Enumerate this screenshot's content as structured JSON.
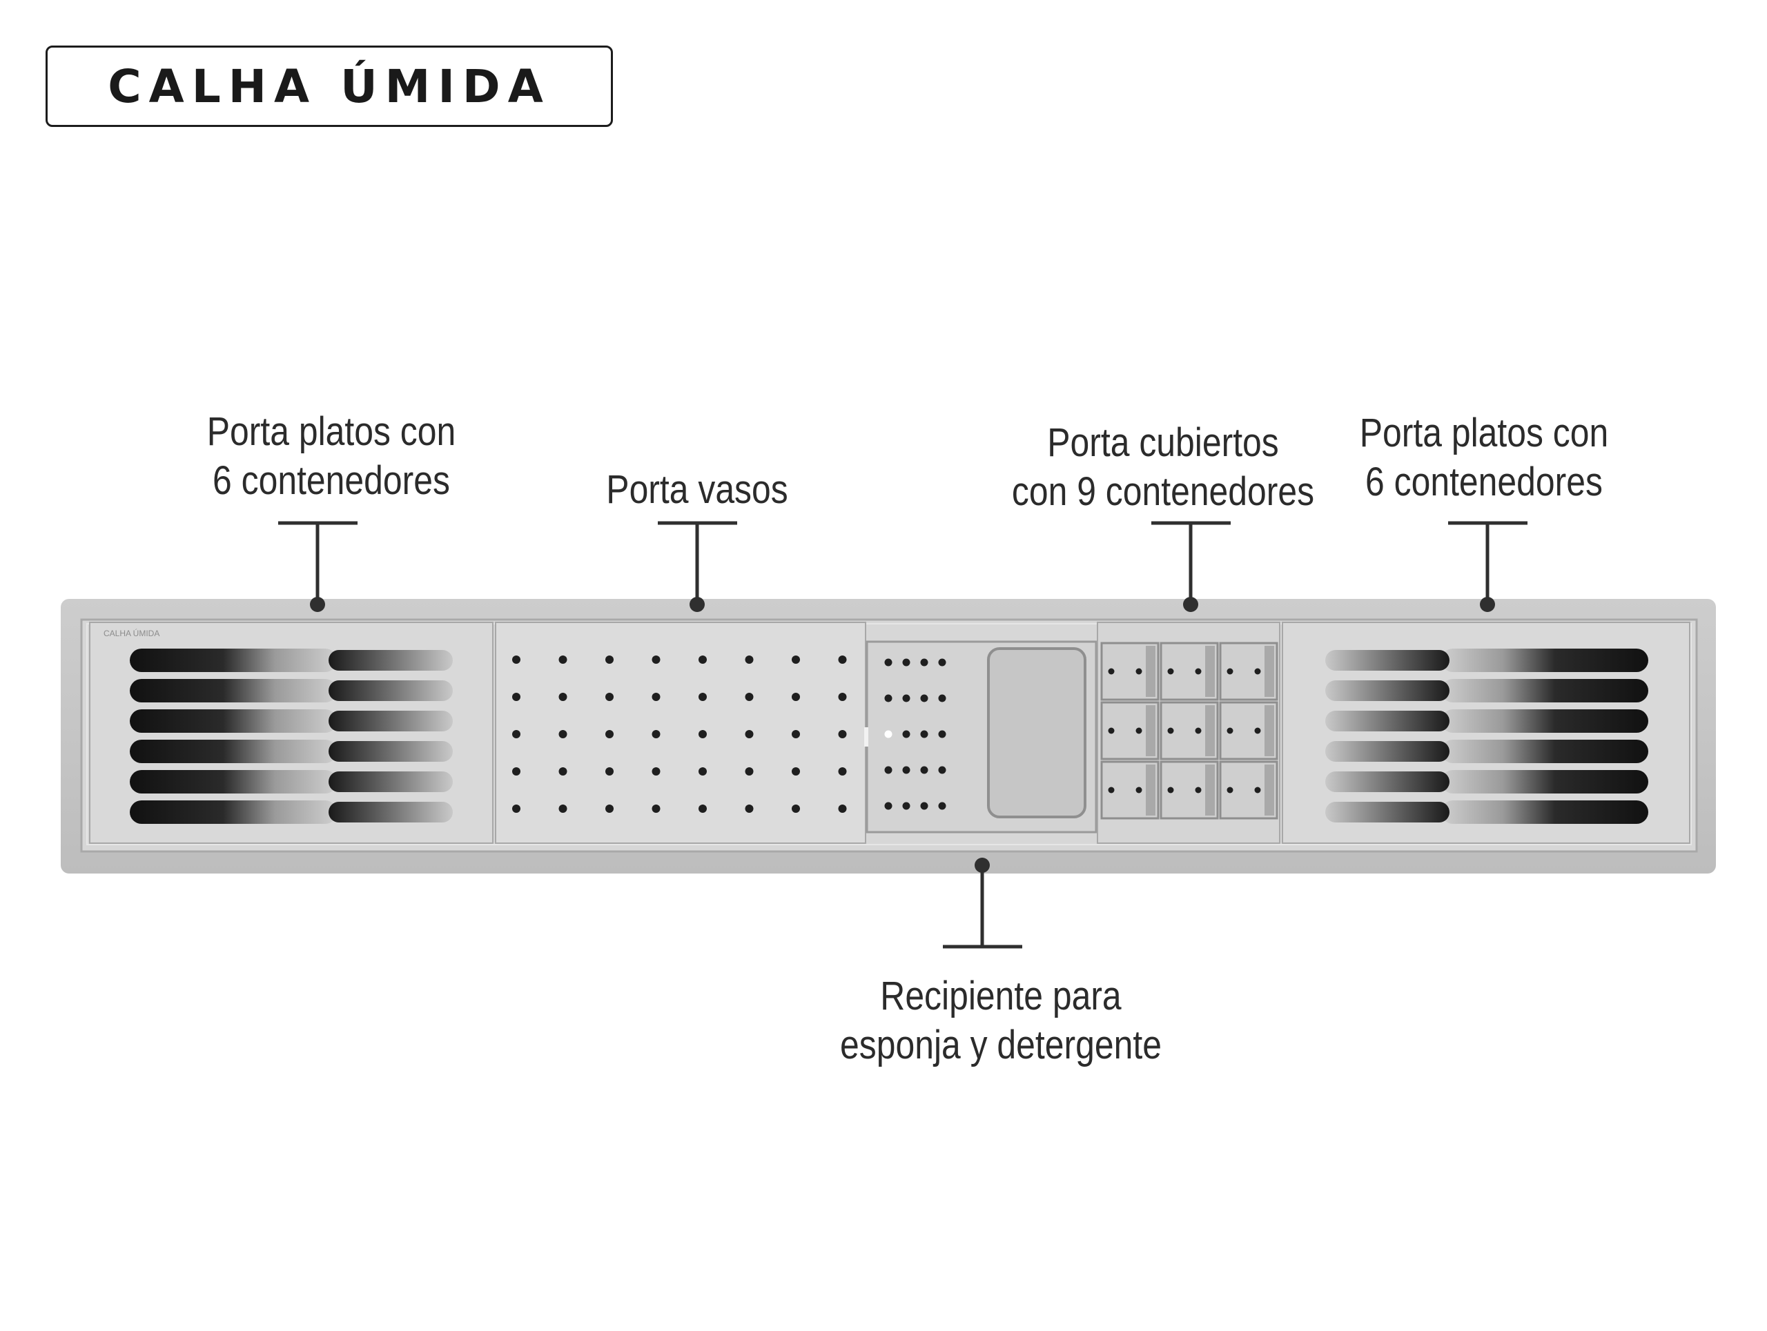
{
  "brand": {
    "logo_text": "CALHA ÚMIDA",
    "engraving": "CALHA ÚMIDA"
  },
  "colors": {
    "frame": "#c7c7c7",
    "inner": "#dadada",
    "module_border": "#9e9e9e",
    "slot_dark": "#161616",
    "hole": "#1f1f1f",
    "callout_line": "#2f2f2f",
    "label_text": "#2b2b2b"
  },
  "callouts": {
    "dish_left": {
      "line1": "Porta platos con",
      "line2": "6 contenedores"
    },
    "glasses": {
      "line1": "Porta vasos"
    },
    "cutlery": {
      "line1": "Porta cubiertos",
      "line2": "con 9 contenedores"
    },
    "dish_right": {
      "line1": "Porta platos con",
      "line2": "6 contenedores"
    },
    "sponge": {
      "line1": "Recipiente para",
      "line2": "esponja y detergente"
    }
  },
  "modules": {
    "dish_rack_slots": 6,
    "cutlery_compartments": 9,
    "glass_rack_hole_grid": {
      "rows": 5,
      "cols": 8
    }
  }
}
